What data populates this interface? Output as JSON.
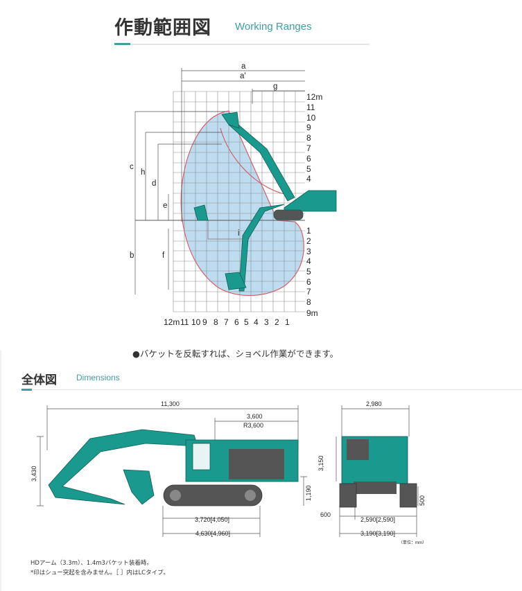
{
  "working_ranges": {
    "title_ja": "作動範囲図",
    "title_en": "Working Ranges",
    "dim_letters": {
      "a": "a",
      "a_prime": "a'",
      "g": "g",
      "c": "c",
      "h": "h",
      "d": "d",
      "e": "e",
      "b": "b",
      "f": "f",
      "i": "i"
    },
    "height_labels_up": [
      "12m",
      "11",
      "10",
      "9",
      "8",
      "7",
      "6",
      "5",
      "4"
    ],
    "depth_labels_down": [
      "1",
      "2",
      "3",
      "4",
      "5",
      "6",
      "7",
      "8",
      "9m"
    ],
    "horizontal_labels": [
      "12m",
      "11",
      "10",
      "9",
      "8",
      "7",
      "6",
      "5",
      "4",
      "3",
      "2",
      "1"
    ],
    "note": "●バケットを反転すれば、ショベル作業ができます。"
  },
  "dimensions": {
    "title_ja": "全体図",
    "title_en": "Dimensions",
    "side": {
      "overall_length": "11,300",
      "tail_length": "3,600",
      "tail_radius": "R3,600",
      "overall_height": "3,430",
      "counterweight_clearance": "1,190",
      "tumbler_distance": "3,720[4,050]",
      "track_length": "4,630[4,960]"
    },
    "front": {
      "overall_width": "2,980",
      "cab_height": "3,150",
      "grouser_height": "500",
      "shoe_width": "600",
      "track_gauge": "2,590[2,590]",
      "undercarriage_width": "3,190[3,190]",
      "unit": "（単位：mm）"
    },
    "footnote1": "HDアーム（3.3m）、1.4m3バケット装着時。",
    "footnote2": "*印はシュー突起を含みません。［ ］内はLCタイプ。"
  },
  "colors": {
    "accent": "#3f9ea2",
    "machine": "#1a9a8e",
    "envelope_fill": "#b8d9ef",
    "envelope_line": "#d94a56",
    "grid": "#8a8a8a"
  }
}
